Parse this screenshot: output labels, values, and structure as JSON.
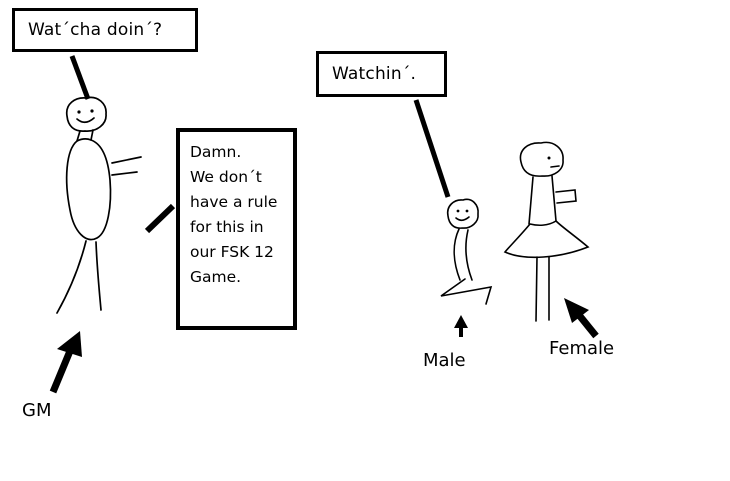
{
  "scene": {
    "title": "hand-drawn comic panel",
    "background_color": "#ffffff",
    "ink_color": "#000000",
    "bubbles": {
      "gm_speech": "Wat´cha doin´?",
      "male_speech": "Watchin´."
    },
    "rule_box": {
      "text": "Damn.\nWe don´t\nhave a rule\nfor this in\nour FSK 12\nGame."
    },
    "labels": {
      "gm": "GM",
      "male": "Male",
      "female": "Female"
    }
  }
}
